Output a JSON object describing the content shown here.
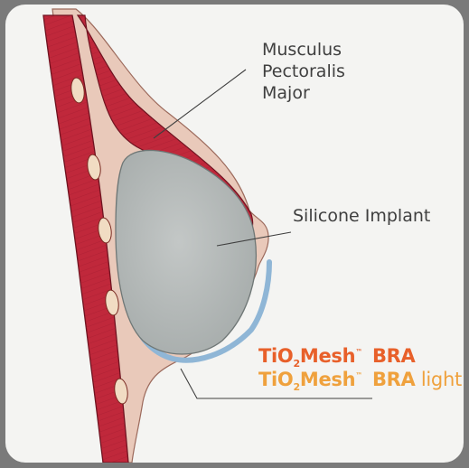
{
  "labels": {
    "muscle": [
      "Musculus",
      "Pectoralis",
      "Major"
    ],
    "implant": "Silicone Implant"
  },
  "products": [
    {
      "prefix": "TiO",
      "subscript": "2",
      "name": "Mesh",
      "mark": "™",
      "suffix": " BRA",
      "light": "",
      "color": "#e8602a"
    },
    {
      "prefix": "TiO",
      "subscript": "2",
      "name": "Mesh",
      "mark": "™",
      "suffix": " BRA",
      "light": " light",
      "color": "#efa13d"
    }
  ],
  "colors": {
    "muscle": "#c0283b",
    "skin": "#e8c5b5",
    "implant": "#b9bdbc",
    "mesh_band": "#8fb6d6",
    "background": "#f4f4f2"
  }
}
